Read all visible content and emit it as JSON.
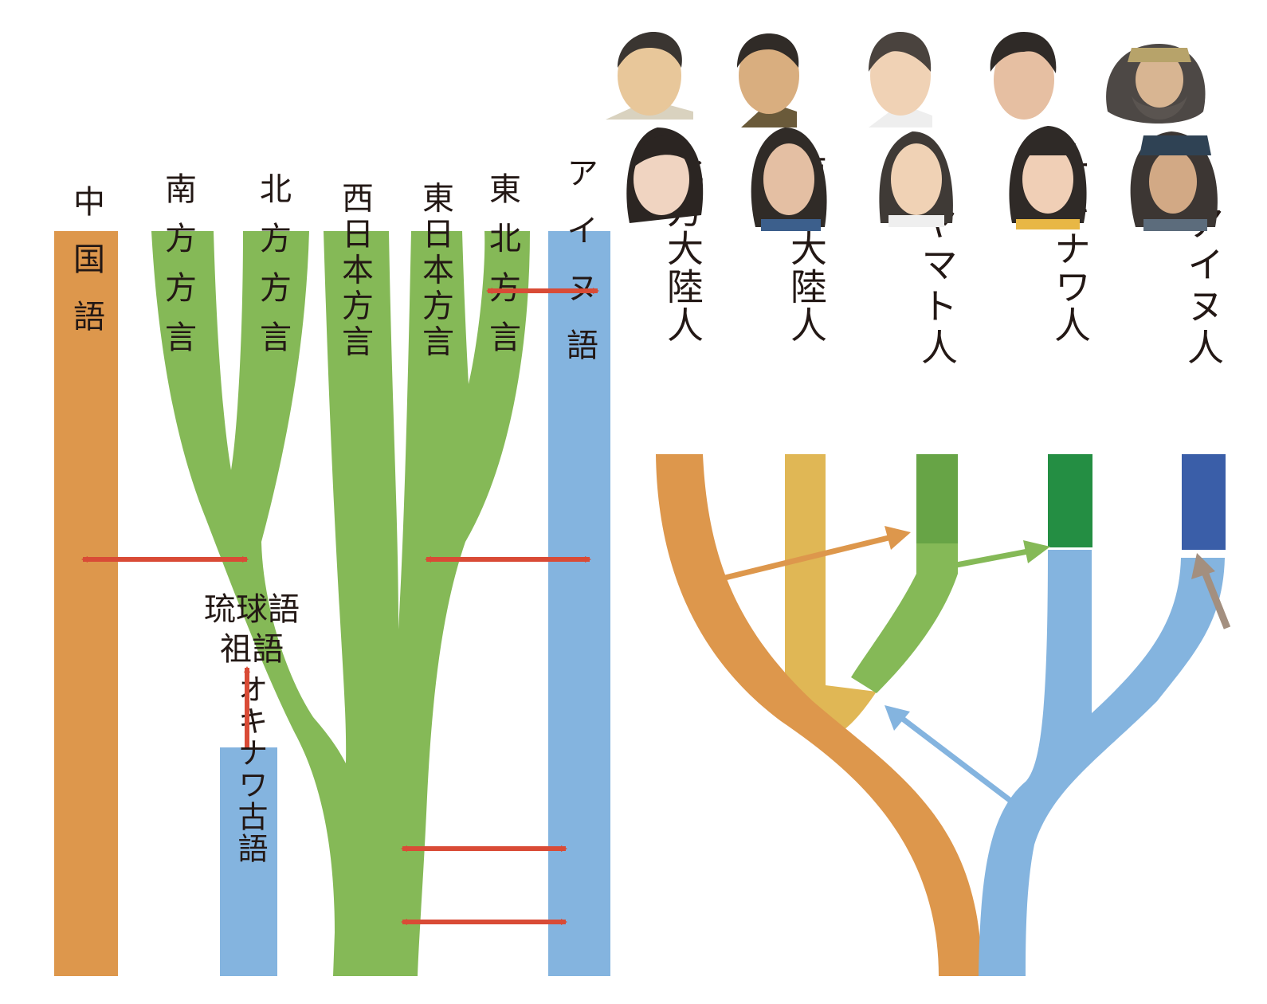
{
  "language_tree": {
    "columns": {
      "chinese": "中国語",
      "southern": "南方方言",
      "northern": "北方方言",
      "western_japan": "西日本方言",
      "eastern_japan": "東日本方言",
      "tohoku": "東北方言",
      "ainu": "アイヌ語"
    },
    "proto_ryukyuan_line1": "琉球語",
    "proto_ryukyuan_line2": "祖語",
    "old_okinawan": "オキナワ古語"
  },
  "population_tree": {
    "labels": {
      "northern_continental": "北方大陸人",
      "southern_continental": "南方大陸人",
      "yamato": "ヤマト人",
      "okinawan": "オキナワ人",
      "ainu": "アイヌ人"
    }
  },
  "portraits": [
    "male-portrait",
    "female-portrait"
  ],
  "colors": {
    "chinese_orange": "#DD974C",
    "japanese_green": "#85B957",
    "ainu_blue": "#84B4DF",
    "arrow_red": "#D94B36",
    "southern_yellow": "#E0B755",
    "yamato_green": "#67A446",
    "okinawa_green": "#248E43",
    "ainu_dark_blue": "#3A5EA8",
    "admix_brown": "#A38F7F"
  }
}
